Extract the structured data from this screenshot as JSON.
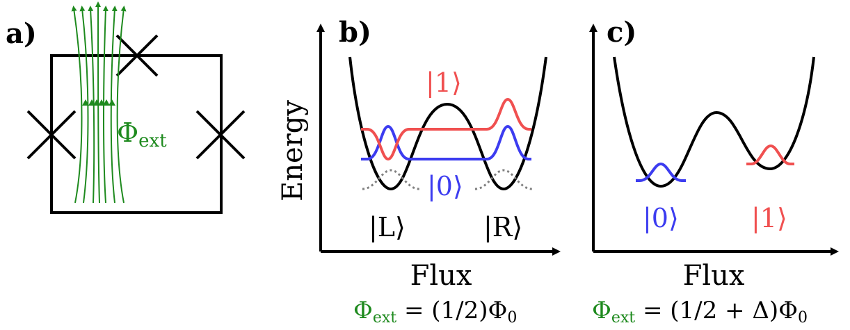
{
  "panel_a": {
    "label": "a)",
    "flux_label": "Φ",
    "flux_sub": "ext"
  },
  "panel_b": {
    "label": "b)",
    "ylabel": "Energy",
    "xlabel": "Flux",
    "state1": "|1⟩",
    "state0": "|0⟩",
    "stateL": "|L⟩",
    "stateR": "|R⟩",
    "condition_sym": "Φ",
    "condition_sub": "ext",
    "condition_rest": " = (1/2)Φ",
    "condition_sub0": "0"
  },
  "panel_c": {
    "label": "c)",
    "xlabel": "Flux",
    "state0": "|0⟩",
    "state1": "|1⟩",
    "condition_sym": "Φ",
    "condition_sub": "ext",
    "condition_rest": " = (1/2 + Δ)Φ",
    "condition_sub0": "0"
  },
  "colors": {
    "green": "#1e8a1e",
    "red": "#f05050",
    "blue": "#3c3cf0",
    "black": "#000000",
    "gray": "#808080"
  }
}
